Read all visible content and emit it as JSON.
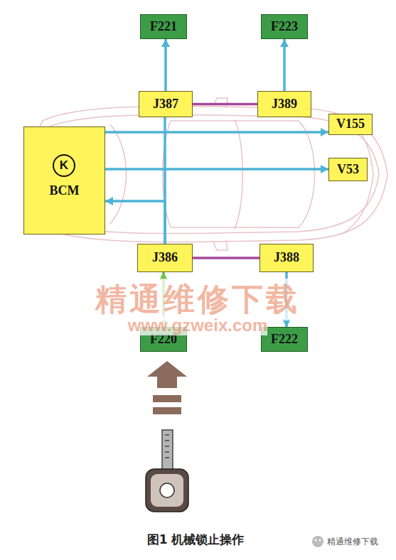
{
  "diagram": {
    "caption": "图1 机械锁止操作",
    "nodes": [
      {
        "text": [
          "F221"
        ]
      },
      {
        "text": [
          "F223"
        ]
      },
      {
        "text": [
          "J387"
        ]
      },
      {
        "text": [
          "J389"
        ]
      },
      {
        "text": [
          "V155"
        ]
      },
      {
        "text": [
          "BCM"
        ]
      },
      {
        "text": [
          "K"
        ],
        "in": 5
      },
      {
        "text": [
          "V53"
        ]
      },
      {
        "text": [
          "J386"
        ]
      },
      {
        "text": [
          "J388"
        ]
      },
      {
        "text": [
          "F220"
        ]
      },
      {
        "text": [
          "F222"
        ]
      }
    ],
    "edges": [
      {
        "from": 2,
        "to": 0,
        "arrow": "to"
      },
      {
        "from": 3,
        "to": 1,
        "arrow": "to"
      },
      {
        "from": 2,
        "to": 3,
        "arrow": "none"
      },
      {
        "from": 8,
        "to": 9,
        "arrow": "none"
      },
      {
        "from": 9,
        "to": 11,
        "arrow": "to"
      },
      {
        "from": 10,
        "to": 8,
        "arrow": "to"
      },
      {
        "from": 8,
        "to": 2,
        "arrow": "none"
      },
      {
        "from": 8,
        "to": 5,
        "arrow": "to"
      },
      {
        "from": 5,
        "to": 4,
        "arrow": "to"
      },
      {
        "from": 5,
        "to": 7,
        "arrow": "to"
      }
    ],
    "labels": [
      "精通维修下载",
      "www.gzweix.com",
      "精通维修下载"
    ]
  }
}
